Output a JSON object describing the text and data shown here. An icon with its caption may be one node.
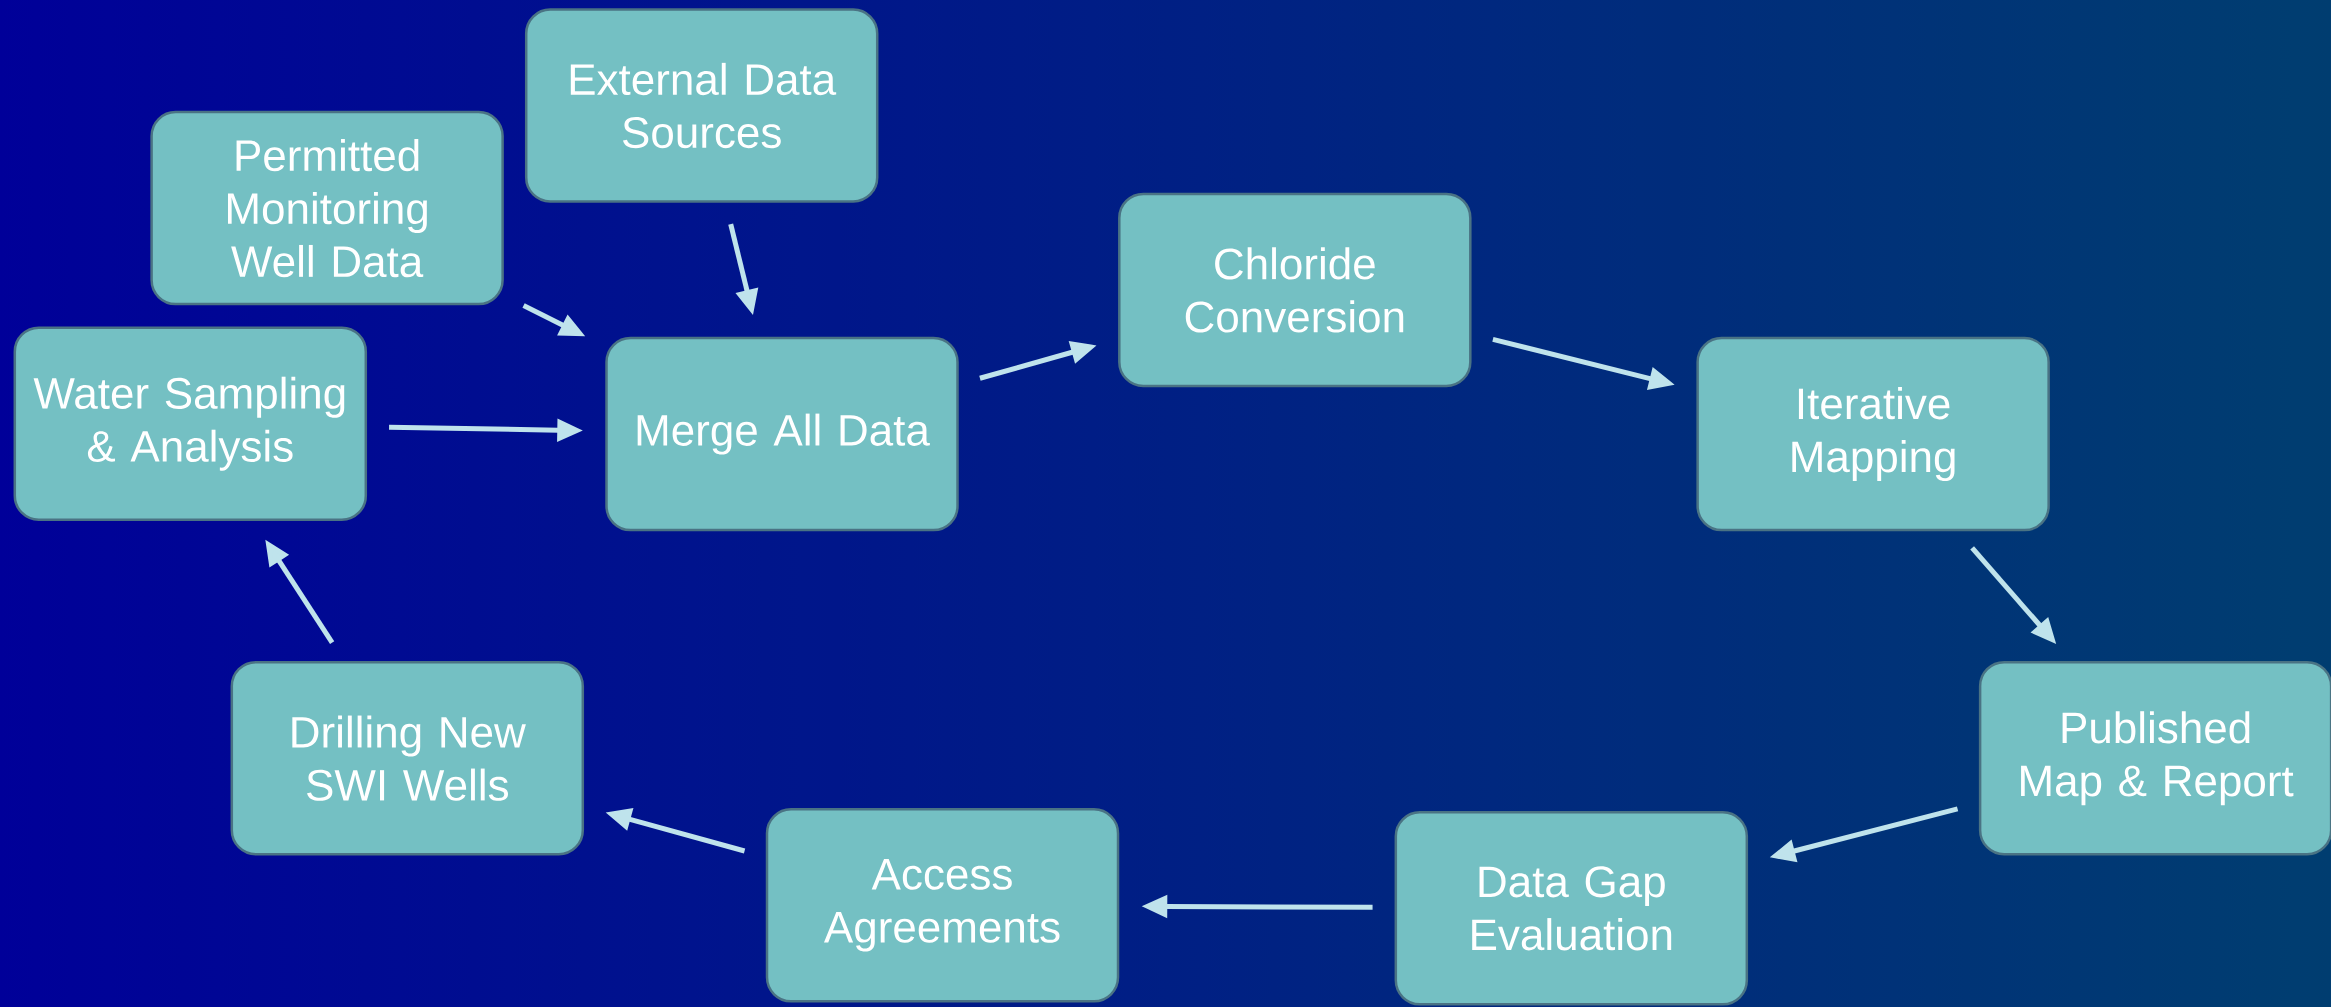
{
  "diagram": {
    "nodes": [
      {
        "text": [
          "External Data Sources"
        ]
      },
      {
        "text": [
          "Permitted Monitoring Well Data"
        ]
      },
      {
        "text": [
          "Water Sampling & Analysis"
        ]
      },
      {
        "text": [
          "Merge All Data"
        ]
      },
      {
        "text": [
          "Chloride Conversion"
        ]
      },
      {
        "text": [
          "Iterative Mapping"
        ]
      },
      {
        "text": [
          "Published Map & Report"
        ]
      },
      {
        "text": [
          "Data Gap Evaluation"
        ]
      },
      {
        "text": [
          "Access Agreements"
        ]
      },
      {
        "text": [
          "Drilling New SWI Wells"
        ]
      }
    ],
    "edges": [
      {
        "from": 0,
        "to": 3,
        "arrow": "to"
      },
      {
        "from": 1,
        "to": 3,
        "arrow": "to"
      },
      {
        "from": 2,
        "to": 3,
        "arrow": "to"
      },
      {
        "from": 3,
        "to": 4,
        "arrow": "to"
      },
      {
        "from": 4,
        "to": 5,
        "arrow": "to"
      },
      {
        "from": 5,
        "to": 6,
        "arrow": "to"
      },
      {
        "from": 6,
        "to": 7,
        "arrow": "to"
      },
      {
        "from": 7,
        "to": 8,
        "arrow": "to"
      },
      {
        "from": 8,
        "to": 9,
        "arrow": "to"
      },
      {
        "from": 9,
        "to": 2,
        "arrow": "to"
      }
    ]
  }
}
